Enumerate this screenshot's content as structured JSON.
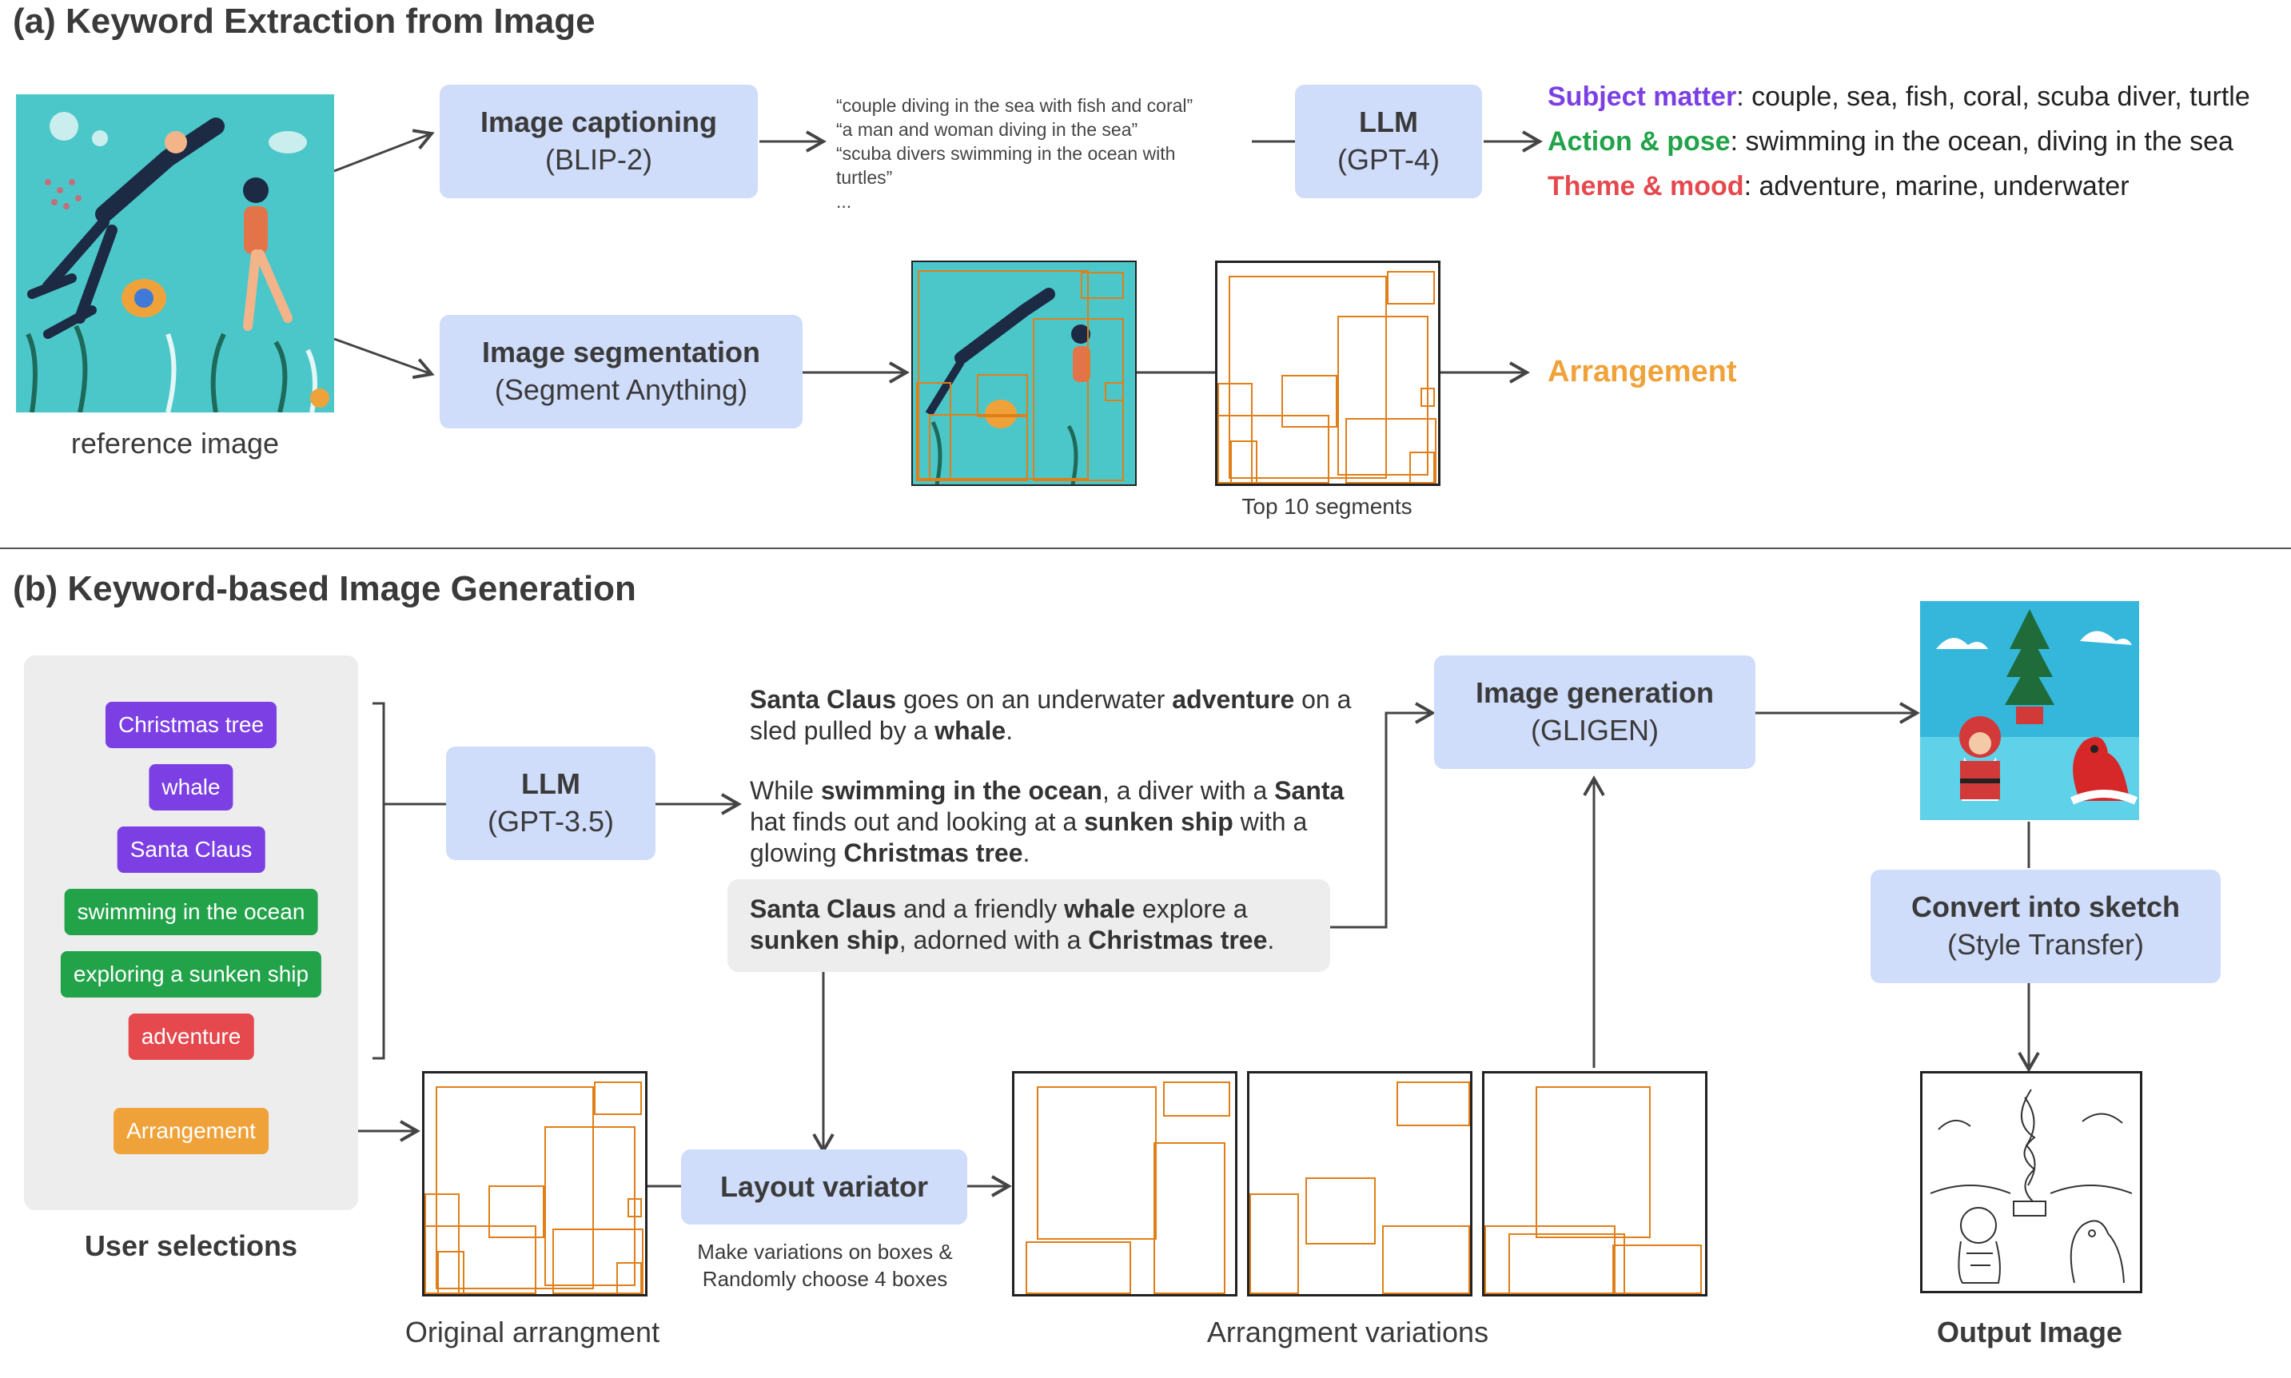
{
  "section_a": {
    "title": "(a) Keyword Extraction from Image",
    "reference_label": "reference image",
    "captioning": {
      "title": "Image captioning",
      "sub": "(BLIP-2)"
    },
    "captions": [
      "“couple diving in the sea with fish and coral”",
      "“a man and woman diving in the sea”",
      "“scuba divers swimming in the ocean with",
      "turtles”",
      "..."
    ],
    "llm": {
      "title": "LLM",
      "sub": "(GPT-4)"
    },
    "keywords": [
      {
        "label": "Subject matter",
        "sep": ": ",
        "text": "couple, sea, fish, coral, scuba diver, turtle",
        "color": "#7b3fe4"
      },
      {
        "label": "Action & pose",
        "sep": ": ",
        "text": "swimming in the ocean, diving in the sea",
        "color": "#22a34a"
      },
      {
        "label": "Theme & mood",
        "sep": ": ",
        "text": "adventure, marine, underwater",
        "color": "#e5484d"
      }
    ],
    "segmentation": {
      "title": "Image segmentation",
      "sub": "(Segment Anything)"
    },
    "top_segments_label": "Top 10 segments",
    "arrangement_label": "Arrangement",
    "arrangement_color": "#f0a23a"
  },
  "section_b": {
    "title": "(b) Keyword-based Image Generation",
    "pills": [
      {
        "text": "Christmas tree",
        "color": "#7b3fe4"
      },
      {
        "text": "whale",
        "color": "#7b3fe4"
      },
      {
        "text": "Santa Claus",
        "color": "#7b3fe4"
      },
      {
        "text": "swimming in the ocean",
        "color": "#22a34a"
      },
      {
        "text": "exploring a sunken ship",
        "color": "#22a34a"
      },
      {
        "text": "adventure",
        "color": "#e5484d"
      }
    ],
    "arrangement_pill": {
      "text": "Arrangement",
      "color": "#f0a23a"
    },
    "user_selections_label": "User selections",
    "llm": {
      "title": "LLM",
      "sub": "(GPT-3.5)"
    },
    "story1": [
      {
        "t": "Santa Claus",
        "b": true
      },
      {
        "t": " goes on an underwater ",
        "b": false
      },
      {
        "t": "adventure",
        "b": true
      },
      {
        "t": " on a sled pulled by a ",
        "b": false
      },
      {
        "t": "whale",
        "b": true
      },
      {
        "t": ".",
        "b": false
      }
    ],
    "story2": [
      {
        "t": "While ",
        "b": false
      },
      {
        "t": "swimming in the ocean",
        "b": true
      },
      {
        "t": ", a diver with a ",
        "b": false
      },
      {
        "t": "Santa",
        "b": true
      },
      {
        "t": " hat finds out and looking at a ",
        "b": false
      },
      {
        "t": "sunken ship",
        "b": true
      },
      {
        "t": " with a glowing ",
        "b": false
      },
      {
        "t": "Christmas tree",
        "b": true
      },
      {
        "t": ".",
        "b": false
      }
    ],
    "story3": [
      {
        "t": "Santa Claus",
        "b": true
      },
      {
        "t": " and a friendly ",
        "b": false
      },
      {
        "t": "whale",
        "b": true
      },
      {
        "t": " explore a ",
        "b": false
      },
      {
        "t": "sunken ship",
        "b": true
      },
      {
        "t": ", adorned with a ",
        "b": false
      },
      {
        "t": "Christmas tree",
        "b": true
      },
      {
        "t": ".",
        "b": false
      }
    ],
    "generation": {
      "title": "Image generation",
      "sub": "(GLIGEN)"
    },
    "sketch": {
      "title": "Convert into sketch",
      "sub": "(Style Transfer)"
    },
    "layout": {
      "title": "Layout variator"
    },
    "layout_note": [
      "Make variations on boxes &",
      "Randomly choose 4 boxes"
    ],
    "original_label": "Original arrangment",
    "variations_label": "Arrangment variations",
    "output_label": "Output Image"
  }
}
